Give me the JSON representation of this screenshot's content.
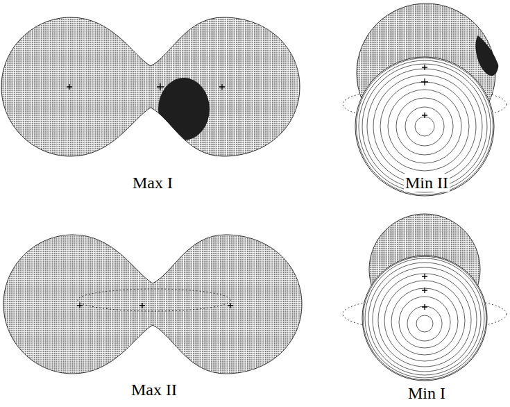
{
  "diagram": {
    "labels": [
      "Max I",
      "Min II",
      "Max II",
      "Min I"
    ]
  }
}
